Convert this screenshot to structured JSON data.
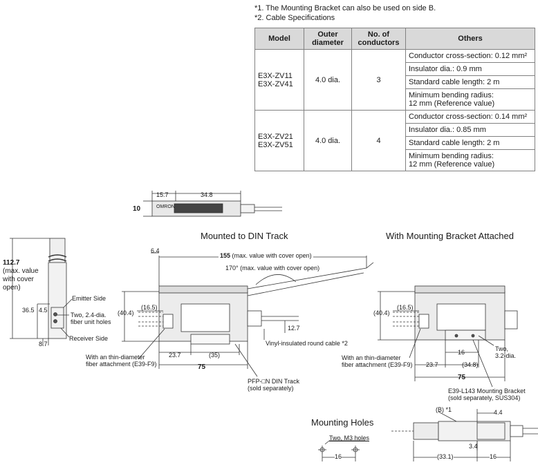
{
  "notes": {
    "note1": "*1. The Mounting Bracket can also be used on side B.",
    "note2": "*2. Cable Specifications"
  },
  "table": {
    "headers": {
      "model": "Model",
      "outer1": "Outer",
      "outer2": "diameter",
      "cond1": "No. of",
      "cond2": "conductors",
      "others": "Others"
    },
    "rows": [
      {
        "model1": "E3X-ZV11",
        "model2": "E3X-ZV41",
        "diameter": "4.0 dia.",
        "conductors": "3",
        "others": [
          "Conductor cross-section: 0.12 mm²",
          "Insulator dia.: 0.9 mm",
          "Standard cable length: 2 m",
          "Minimum bending radius:",
          "12 mm (Reference value)"
        ]
      },
      {
        "model1": "E3X-ZV21",
        "model2": "E3X-ZV51",
        "diameter": "4.0 dia.",
        "conductors": "4",
        "others": [
          "Conductor cross-section: 0.14 mm²",
          "Insulator dia.: 0.85 mm",
          "Standard cable length: 2 m",
          "Minimum bending radius:",
          "12 mm (Reference value)"
        ]
      }
    ]
  },
  "top_view": {
    "dim_15_7": "15.7",
    "dim_34_8": "34.8",
    "dim_10": "10",
    "brand": "OMRON"
  },
  "side_view": {
    "dim_112_7": "112.7",
    "max1": "(max. value",
    "max2": "with cover",
    "max3": "open)",
    "dim_36_5": "36.5",
    "dim_4_5": "4.5",
    "dim_8_7": "8.7",
    "emitter": "Emitter Side",
    "holes1": "Two, 2.4-dia.",
    "holes2": "fiber unit holes",
    "receiver": "Receiver Side"
  },
  "din_view": {
    "title": "Mounted to DIN Track",
    "dim_6_4": "6.4",
    "dim_155": "155",
    "dim_155_note": "(max. value with cover open)",
    "angle": "170° (max. value with cover open)",
    "dim_40_4": "(40.4)",
    "dim_16_5": "(16.5)",
    "dim_12_7": "12.7",
    "cable": "Vinyl-insulated round cable *2",
    "dim_23_7": "23.7",
    "dim_35": "(35)",
    "dim_75": "75",
    "thin1": "With an thin-diameter",
    "thin2": "fiber attachment (E39-F9)",
    "din1": "PFP-□N DIN Track",
    "din2": "(sold separately)"
  },
  "bracket_view": {
    "title": "With Mounting Bracket Attached",
    "dim_40_4": "(40.4)",
    "dim_16_5": "(16.5)",
    "dim_16": "16",
    "holes1": "Two,",
    "holes2": "3.2-dia.",
    "dim_23_7": "23.7",
    "dim_34_8": "(34.8)",
    "dim_75": "75",
    "thin1": "With an thin-diameter",
    "thin2": "fiber attachment (E39-F9)",
    "bracket1": "E39-L143 Mounting Bracket",
    "bracket2": "(sold separately, SUS304)"
  },
  "holes_view": {
    "title": "Mounting Holes",
    "label": "Two, M3 holes",
    "dim_16": "16"
  },
  "bottom_view": {
    "b_note": "(B) *1",
    "dim_4_4": "4.4",
    "dim_3_4": "3.4",
    "dim_33_1": "(33.1)",
    "dim_16": "16"
  }
}
